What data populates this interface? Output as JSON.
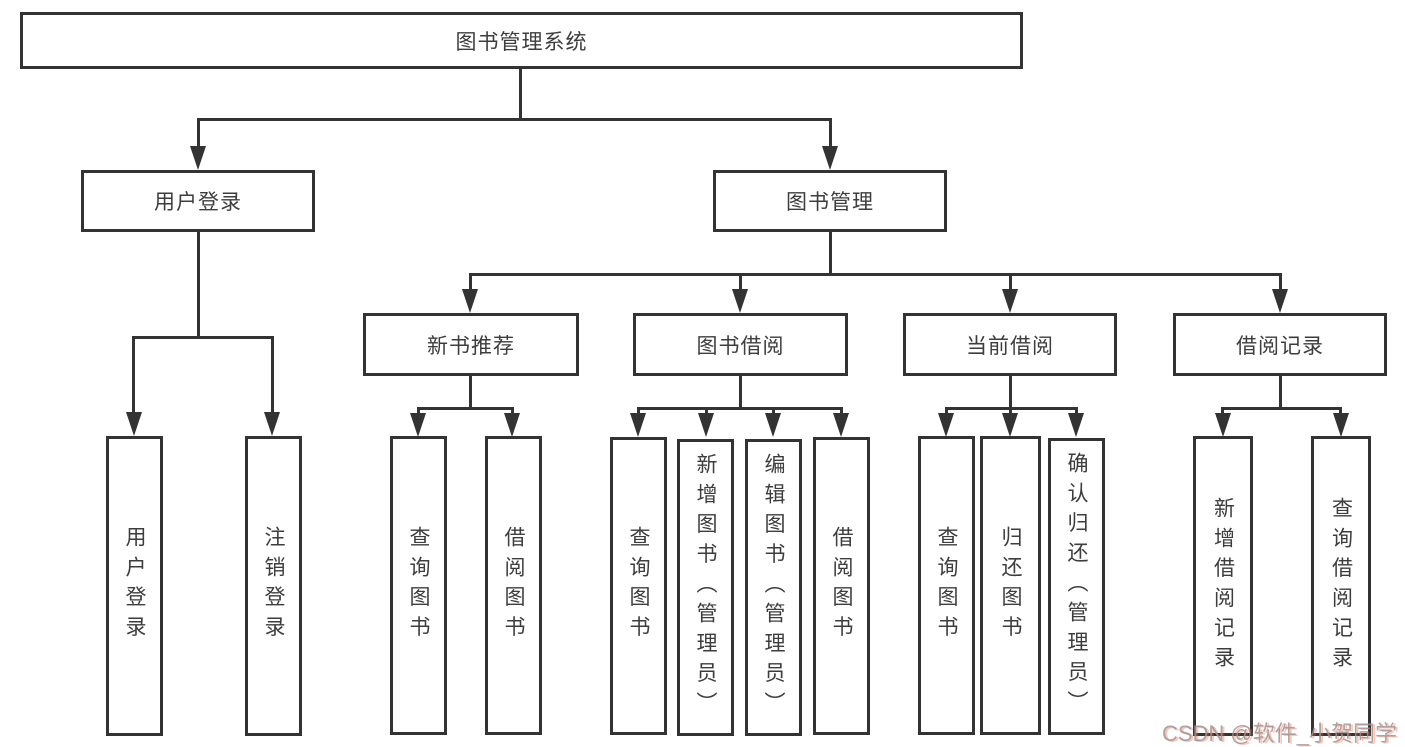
{
  "diagram": {
    "root": {
      "label": "图书管理系统"
    },
    "level2": [
      {
        "label": "用户登录"
      },
      {
        "label": "图书管理"
      }
    ],
    "level3": [
      {
        "label": "新书推荐"
      },
      {
        "label": "图书借阅"
      },
      {
        "label": "当前借阅"
      },
      {
        "label": "借阅记录"
      }
    ],
    "leaves": [
      {
        "label": "用户登录"
      },
      {
        "label": "注销登录"
      },
      {
        "label": "查询图书"
      },
      {
        "label": "借阅图书"
      },
      {
        "label": "查询图书"
      },
      {
        "label": "新增图书（管理员）"
      },
      {
        "label": "编辑图书（管理员）"
      },
      {
        "label": "借阅图书"
      },
      {
        "label": "查询图书"
      },
      {
        "label": "归还图书"
      },
      {
        "label": "确认归还（管理员）"
      },
      {
        "label": "新增借阅记录"
      },
      {
        "label": "查询借阅记录"
      }
    ]
  },
  "watermark": {
    "text": "CSDN @软件_小贺同学"
  },
  "colors": {
    "line": "#333333",
    "text": "#3d3d3d",
    "background": "#ffffff",
    "watermark": "#9e9494",
    "watermark_shadow": "#fc5531"
  }
}
